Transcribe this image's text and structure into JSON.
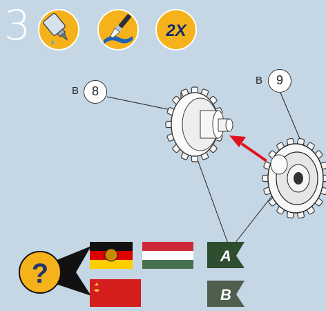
{
  "step": {
    "number": "3"
  },
  "tools": [
    {
      "icon": "glue-tube-icon"
    },
    {
      "icon": "paint-brush-icon"
    },
    {
      "icon": "repeat-count-icon",
      "label": "2X"
    }
  ],
  "callouts": [
    {
      "prefix": "B",
      "number": "8"
    },
    {
      "prefix": "B",
      "number": "9"
    }
  ],
  "variants": [
    {
      "letter": "A",
      "flags": [
        "flag-east-germany-icon",
        "flag-hungary-icon"
      ]
    },
    {
      "letter": "B",
      "flags": [
        "flag-soviet-union-icon"
      ]
    }
  ],
  "question_badge": {
    "icon": "question-mark-icon",
    "label": "?"
  },
  "colors": {
    "background": "#c5d6e4",
    "badge": "#f6b21a",
    "arrow": "#e0121b",
    "flag_panel": "#2e4e2f"
  }
}
